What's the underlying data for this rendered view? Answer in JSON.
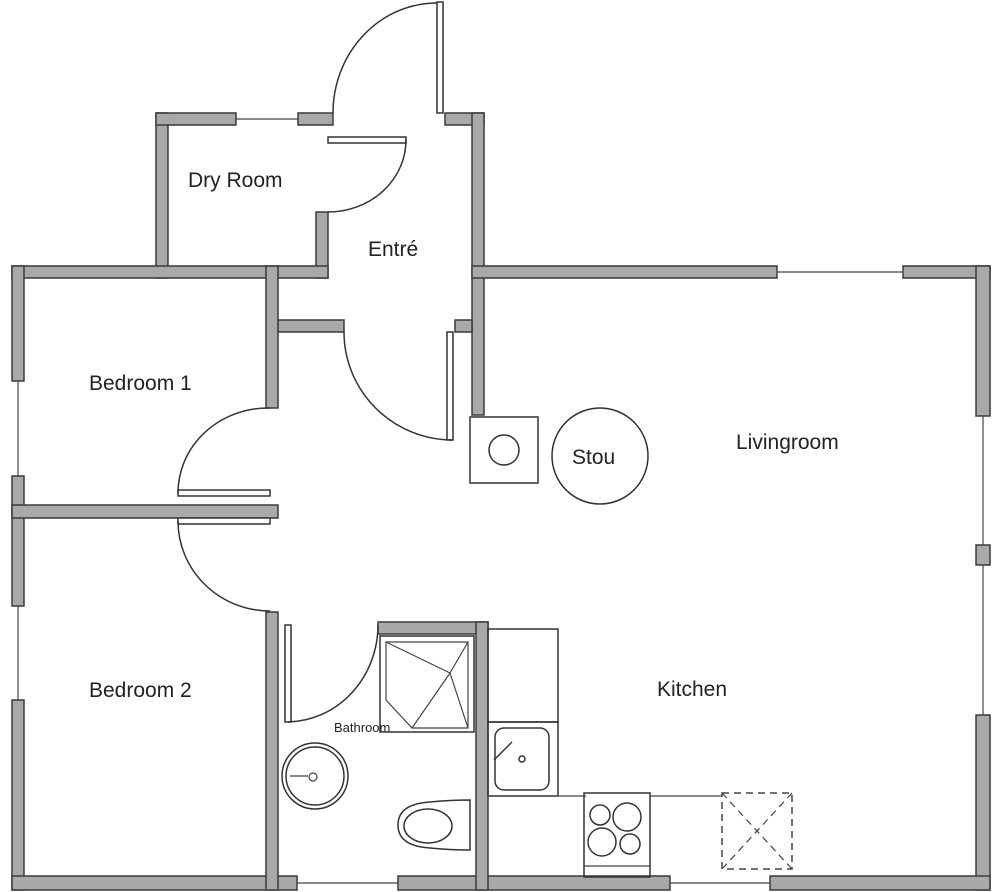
{
  "rooms": {
    "dry_room": "Dry Room",
    "entre": "Entré",
    "bedroom1": "Bedroom 1",
    "bedroom2": "Bedroom 2",
    "livingroom": "Livingroom",
    "kitchen": "Kitchen",
    "bathroom": "Bathroom",
    "stove": "Stou"
  },
  "colors": {
    "wall": "#a9a9a9",
    "outline": "#333333"
  }
}
